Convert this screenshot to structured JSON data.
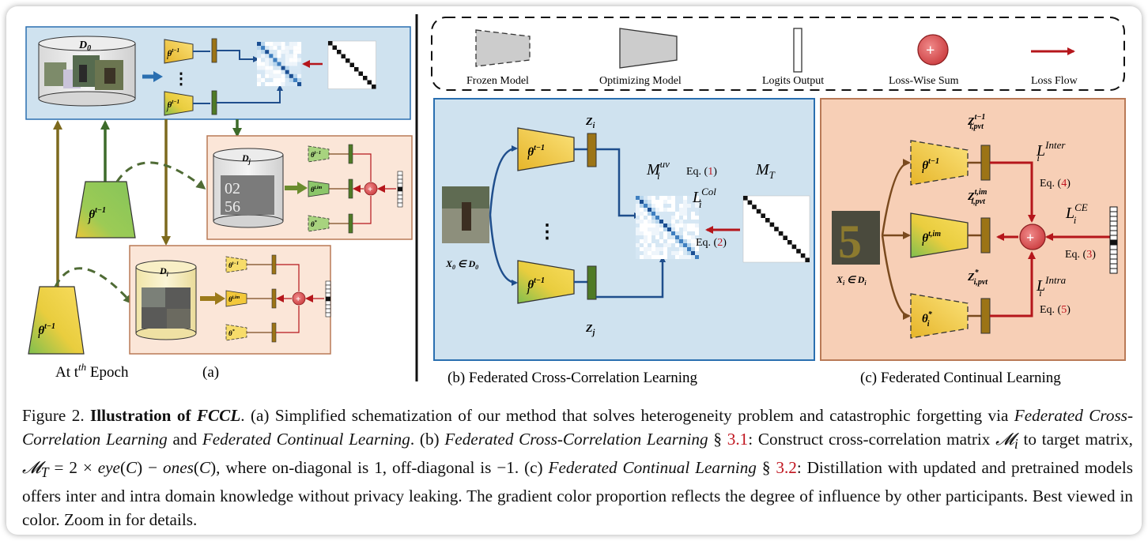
{
  "legend": {
    "frozen_model": "Frozen Model",
    "optimizing_model": "Optimizing Model",
    "logits_output": "Logits Output",
    "loss_wise_sum": "Loss-Wise Sum",
    "loss_flow": "Loss Flow"
  },
  "panel_a": {
    "d0": "D",
    "d0_sub": "0",
    "dj": "D",
    "dj_sub": "j",
    "di": "D",
    "di_sub": "i",
    "theta_j_label": "θ",
    "theta_i_label": "θ",
    "epoch_prefix": "At t",
    "epoch_sup": "th",
    "epoch_suffix": " Epoch",
    "label": "(a)"
  },
  "panel_b": {
    "zi": "Z",
    "zi_sub": "i",
    "zj": "Z",
    "zj_sub": "j",
    "m_uv": "M",
    "m_uv_sup": "uv",
    "m_uv_sub": "i",
    "eq1_prefix": "Eq. (",
    "eq1_num": "1",
    "eq_suffix": ")",
    "m_t": "M",
    "m_t_sub": "T",
    "l_col": "L",
    "l_col_sup": "Col",
    "l_col_sub": "i",
    "eq2_prefix": "Eq. (",
    "eq2_num": "2",
    "x0": "X",
    "x0_sub": "0",
    "x0_in": " ∈ D",
    "x0_in_sub": "0",
    "label": "(b) Federated Cross-Correlation Learning"
  },
  "panel_c": {
    "z_top": "Z",
    "z_top_sup": "t−1",
    "z_top_sub": "i,pvt",
    "z_mid": "Z",
    "z_mid_sup": "t,im",
    "z_mid_sub": "i,pvt",
    "z_bot": "Z",
    "z_bot_sup": "*",
    "z_bot_sub": "i,pvt",
    "l_inter": "L",
    "l_inter_sup": "Inter",
    "l_inter_sub": "i",
    "eq4_prefix": "Eq. (",
    "eq4_num": "4",
    "l_ce": "L",
    "l_ce_sup": "CE",
    "l_ce_sub": "i",
    "eq3_prefix": "Eq. (",
    "eq3_num": "3",
    "l_intra": "L",
    "l_intra_sup": "Intra",
    "l_intra_sub": "i",
    "eq5_prefix": "Eq. (",
    "eq5_num": "5",
    "eq_suffix": ")",
    "xi": "X",
    "xi_sub": "i",
    "xi_in": " ∈ D",
    "xi_in_sub": "i",
    "label": "(c) Federated Continual Learning"
  },
  "thetas": {
    "theta_im_sup": "t,im",
    "theta_prev_sup": "t−1",
    "theta_star_sup": "*",
    "sub_i": "i",
    "sub_j": "j"
  },
  "caption": {
    "fig": "Figure 2. ",
    "title": "Illustration of ",
    "title_em": "FCCL",
    "t1": ". (a) Simplified schematization of our method that solves heterogeneity problem and catastrophic forgetting via ",
    "em1": "Federated Cross-Correlation Learning",
    "t2": " and ",
    "em2": "Federated Continual Learning",
    "t3": ". (b) ",
    "em3": "Federated Cross-Correlation Learning",
    "t4": " § ",
    "ref1": "3.1",
    "t5": ": Construct cross-correlation matrix ",
    "m_i": "𝓜",
    "m_i_sub": "i",
    "t6": " to target matrix, ",
    "m_t": "𝓜",
    "m_t_sub": "T",
    "t7": " = 2 × ",
    "eye": "eye",
    "t8": "(",
    "c1": "C",
    "t9": ") − ",
    "ones": "ones",
    "t10": "(",
    "c2": "C",
    "t11": "), where on-diagonal is 1, off-diagonal is −1. (c) ",
    "em4": "Federated Continual Learning",
    "t12": " § ",
    "ref2": "3.2",
    "t13": ": Distillation with updated and pretrained models offers inter and intra domain knowledge without privacy leaking. The gradient color proportion reflects the degree of influence by other participants. Best viewed in color. Zoom in for details."
  },
  "colors": {
    "blue_panel": "#cfe2ef",
    "orange_panel": "#f7cfb6",
    "light_orange": "#fbe6d8",
    "model_yellow": "#f5d04a",
    "model_green": "#7fbf4f",
    "logit_brown": "#9c7416",
    "logit_green": "#4f7a26",
    "arrow_blue": "#1f4e8c",
    "arrow_red": "#b5161b",
    "arrow_brown": "#7a4a1e",
    "arrow_olive": "#7d6a1e",
    "arrow_green": "#3d6b2a"
  }
}
